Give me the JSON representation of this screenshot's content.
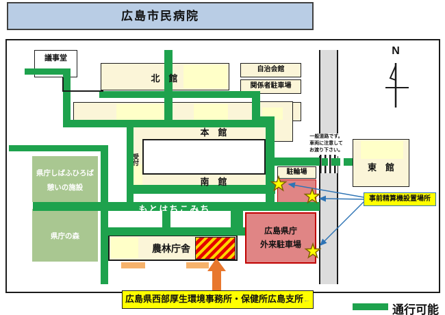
{
  "title": "広島市民病院",
  "map": {
    "compass_n": "N",
    "buildings": {
      "gijido": "議事堂",
      "kitakan": "北　館",
      "honkan": "本　館",
      "nankan": "南　館",
      "higashikan": "東　館",
      "uketsuke": "受付",
      "jichikaikan": "自治会館",
      "kankeisha_parking": "関係者駐車場",
      "churinjo": "駐輪場",
      "norin_chosha": "農林庁舎"
    },
    "parks": {
      "shibafu_line1": "県庁しばふひろば",
      "shibafu_line2": "憩いの施設",
      "mori": "県庁の森"
    },
    "visitor_parking": {
      "line1": "広島県庁",
      "line2": "外来駐車場"
    },
    "road_note": {
      "line1": "一般道路です。",
      "line2": "車両に注意して",
      "line3": "お渡り下さい。"
    },
    "street_name": "もとはちこみち",
    "payment_label": "事前精算機設置場所",
    "office_label": "広島県西部厚生環境事務所・保健所広島支所",
    "office_label_arrow": "←"
  },
  "legend": {
    "passable": "通行可能"
  },
  "colors": {
    "route_green": "#1EA24D",
    "building_cream": "#FBF5D8",
    "highlight_yellow": "#FFFFC8",
    "park_green": "#A9C791",
    "parking_red_fill": "#E08585",
    "parking_red_border": "#C00000",
    "title_blue": "#B9CDE5",
    "road_gray": "#DCDCDC",
    "label_yellow": "#FFFF00",
    "connector_blue": "#2E74B5",
    "arrow_orange": "#E8772E",
    "entrance_orange": "#F6B26B"
  }
}
